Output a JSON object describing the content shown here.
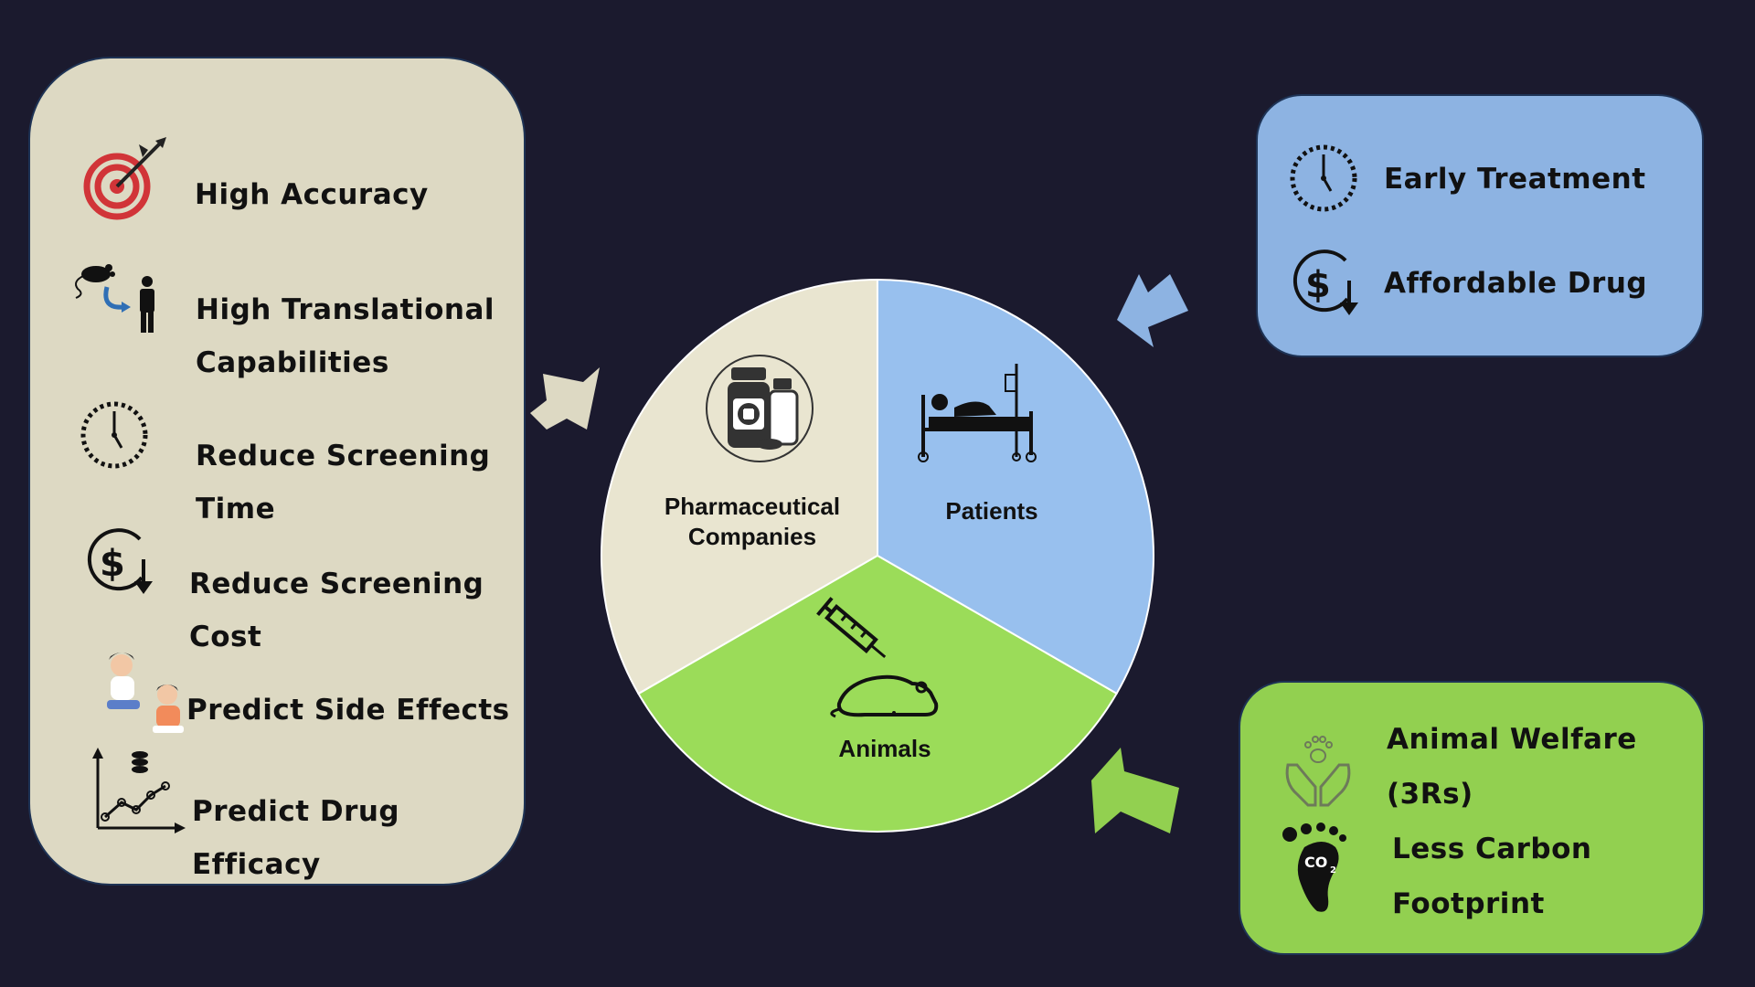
{
  "colors": {
    "background": "#1b1a2e",
    "left_panel": "#ddd9c3",
    "patients_panel": "#8db3e2",
    "animals_panel": "#92d050",
    "pie_companies": "#e9e5d0",
    "pie_patients": "#98c0ee",
    "pie_animals": "#9bdc59",
    "accuracy_red": "#d13438"
  },
  "left_panel": {
    "items": [
      {
        "label": "High Accuracy",
        "icon": "target-dart-icon"
      },
      {
        "label": "High Translational\nCapabilities",
        "icon": "mouse-to-human-icon"
      },
      {
        "label": "Reduce Screening\nTime",
        "icon": "clock-icon"
      },
      {
        "label": "Reduce Screening\nCost",
        "icon": "dollar-down-icon"
      },
      {
        "label": "Predict Side Effects",
        "icon": "sick-people-icon"
      },
      {
        "label": "Predict Drug\nEfficacy",
        "icon": "growth-chart-icon"
      }
    ]
  },
  "patients_panel": {
    "items": [
      {
        "label": "Early Treatment",
        "icon": "clock-icon"
      },
      {
        "label": "Affordable Drug",
        "icon": "dollar-down-icon"
      }
    ]
  },
  "animals_panel": {
    "items": [
      {
        "label": "Animal Welfare\n(3Rs)",
        "icon": "hands-paw-icon"
      },
      {
        "label": "Less Carbon\nFootprint",
        "icon": "co2-footprint-icon"
      }
    ]
  },
  "pie": {
    "segments": [
      {
        "label_line1": "Pharmaceutical",
        "label_line2": "Companies",
        "icon": "medicine-bottles-icon",
        "share": 0.3333
      },
      {
        "label_line1": "Patients",
        "label_line2": "",
        "icon": "hospital-bed-icon",
        "share": 0.3333
      },
      {
        "label_line1": "Animals",
        "label_line2": "",
        "icon": "syringe-mouse-icon",
        "share": 0.3333
      }
    ],
    "co2_text": "CO",
    "co2_sub": "2"
  }
}
